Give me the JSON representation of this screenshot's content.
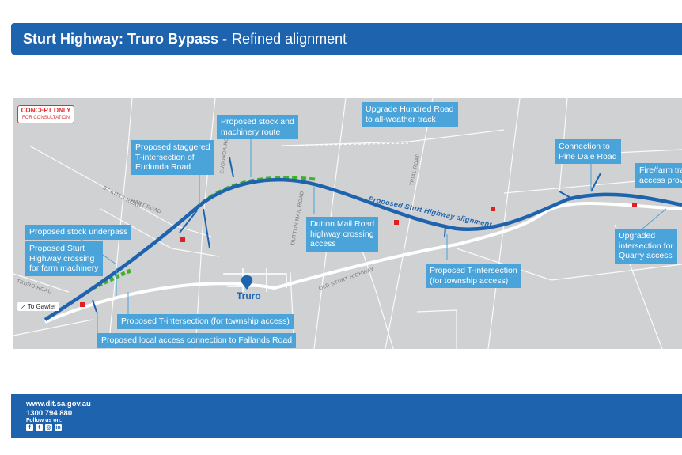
{
  "header": {
    "title_bold": "Sturt Highway: Truro Bypass -",
    "title_rest": "Refined alignment"
  },
  "map": {
    "concept_badge": {
      "line1": "CONCEPT ONLY",
      "line2": "FOR CONSULTATION"
    },
    "direction_sign": "To Gawler",
    "town": "Truro",
    "alignment_label": "Proposed Sturt Highway alignment",
    "road_labels": [
      "TRURO ROAD",
      "ST KITTS ROAD",
      "HART ROAD",
      "EUDUNDA ROAD",
      "DUTTON MAIL ROAD",
      "TRIAL ROAD",
      "OLD STURT HIGHWAY"
    ],
    "callouts": {
      "stock_underpass": "Proposed stock underpass",
      "farm_crossing": "Proposed Sturt\nHighway crossing\nfor farm machinery",
      "staggered": "Proposed staggered\nT-intersection of\nEudunda Road",
      "stock_route": "Proposed stock and\nmachinery route",
      "hundred_road": "Upgrade Hundred Road\nto all-weather track",
      "dutton": "Dutton Mail Road\nhighway crossing\naccess",
      "t_int_west": "Proposed T-intersection (for township access)",
      "local_access": "Proposed local access connection to Fallands Road",
      "t_int_east": "Proposed T-intersection\n(for township access)",
      "pine_dale": "Connection to\nPine Dale Road",
      "fire_track": "Fire/farm track\naccess provision",
      "quarry": "Upgraded\nintersection for\nQuarry access"
    },
    "colors": {
      "highway": "#1d63ad",
      "callout": "#4aa3d9",
      "stock_route": "#43b02a",
      "land": "#cfd1d3",
      "marker": "#e02020"
    }
  },
  "footer": {
    "website": "www.dit.sa.gov.au",
    "phone": "1300 794 880",
    "follow": "Follow us on:",
    "social_icons": [
      "facebook-icon",
      "twitter-icon",
      "instagram-icon",
      "linkedin-icon"
    ]
  }
}
